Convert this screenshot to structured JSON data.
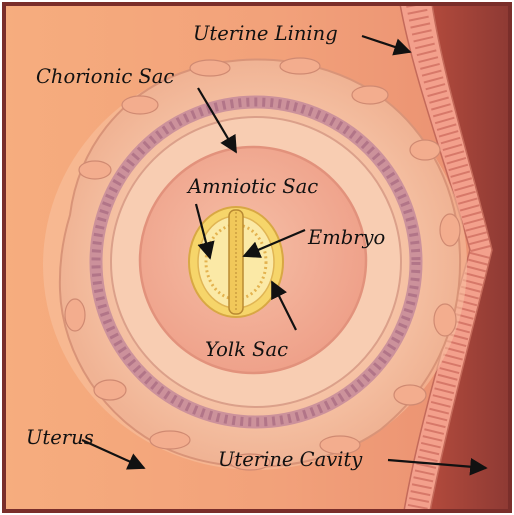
{
  "diagram": {
    "labels": {
      "uterine_lining": "Uterine Lining",
      "chorionic_sac": "Chorionic Sac",
      "amniotic_sac": "Amniotic Sac",
      "embryo": "Embryo",
      "yolk_sac": "Yolk Sac",
      "uterus": "Uterus",
      "uterine_cavity": "Uterine Cavity"
    },
    "colors": {
      "uterus": "#f2a67a",
      "uterine_wall": "#a3443a",
      "lining": "#f3a08c",
      "chorion": "#f6c2a3",
      "chorion_vessels": "#c48a9a",
      "amnion_fluid": "#f3b29c",
      "yolk": "#f3d35c",
      "border": "#7a2e2a",
      "arrow": "#111111"
    }
  }
}
